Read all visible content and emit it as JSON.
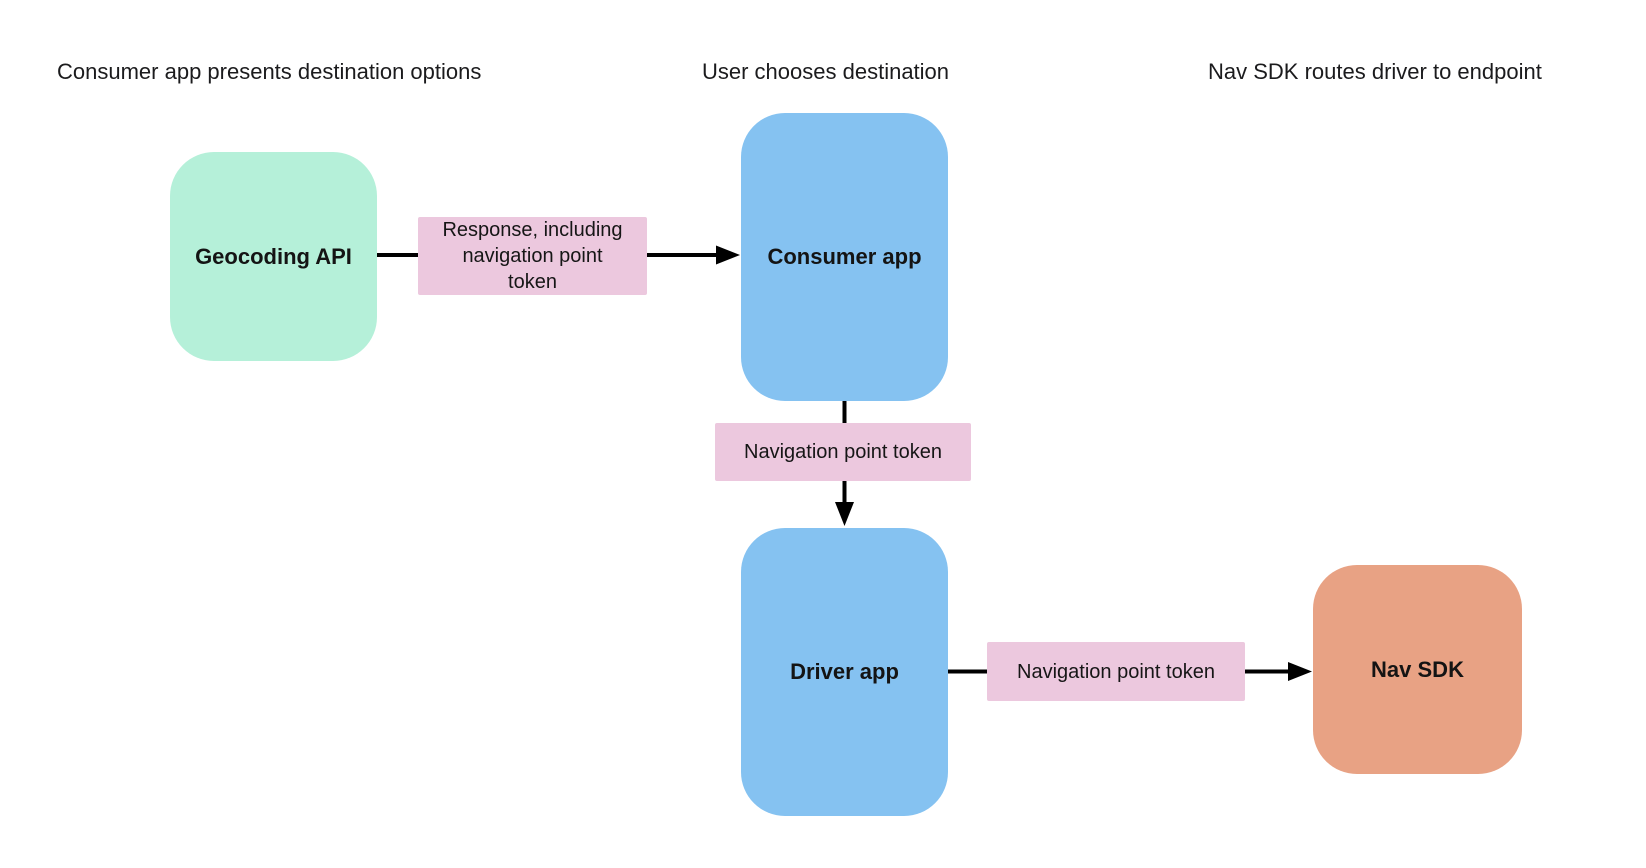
{
  "stage_headers": [
    {
      "label": "Consumer app presents destination options"
    },
    {
      "label": "User chooses destination"
    },
    {
      "label": "Nav SDK routes driver to endpoint"
    }
  ],
  "nodes": [
    {
      "id": "geocoding-api",
      "label": "Geocoding API",
      "fill": "#b5f0d9"
    },
    {
      "id": "consumer-app",
      "label": "Consumer app",
      "fill": "#85c2f1"
    },
    {
      "id": "driver-app",
      "label": "Driver app",
      "fill": "#85c2f1"
    },
    {
      "id": "nav-sdk",
      "label": "Nav SDK",
      "fill": "#e8a284"
    }
  ],
  "edges": [
    {
      "from": "geocoding-api",
      "to": "consumer-app",
      "label": "Response, including navigation point token"
    },
    {
      "from": "consumer-app",
      "to": "driver-app",
      "label": "Navigation point token"
    },
    {
      "from": "driver-app",
      "to": "nav-sdk",
      "label": "Navigation point token"
    }
  ],
  "colors": {
    "background": "#ffffff",
    "node_green": "#b5f0d9",
    "node_blue": "#85c2f1",
    "node_orange": "#e8a284",
    "edge_label_pink": "#ecc8de",
    "connector": "#000000",
    "text": "#1b1b1d"
  }
}
